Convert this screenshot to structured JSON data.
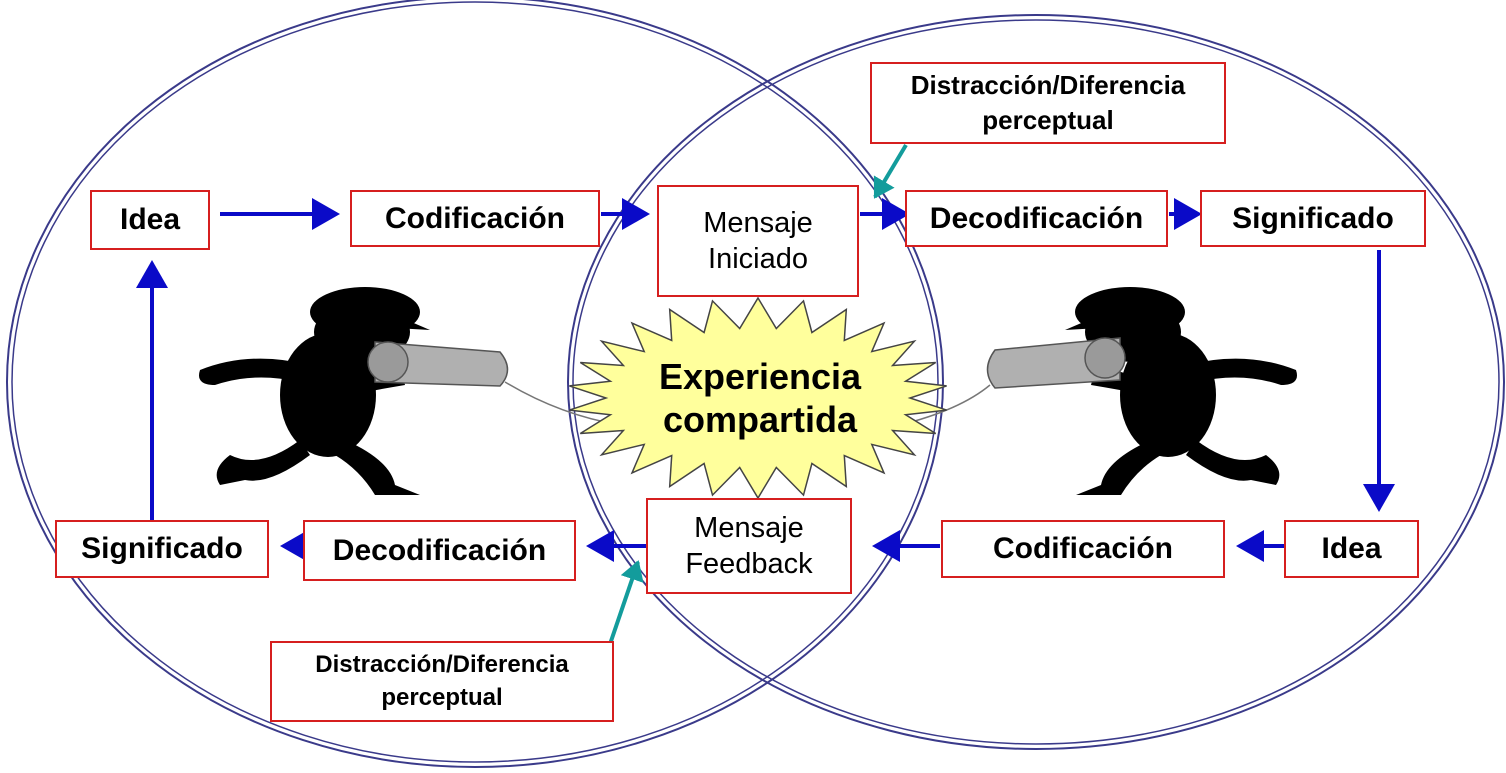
{
  "sender": {
    "idea": "Idea",
    "codificacion": "Codificación",
    "decodificacion": "Decodificación",
    "significado": "Significado"
  },
  "receiver": {
    "decodificacion": "Decodificación",
    "significado": "Significado",
    "idea": "Idea",
    "codificacion": "Codificación"
  },
  "mensaje_iniciado": "Mensaje\nIniciado",
  "mensaje_feedback": "Mensaje\nFeedback",
  "distraccion_top": "Distracción/Diferencia\nperceptual",
  "distraccion_bottom": "Distracción/Diferencia\nperceptual",
  "experiencia": "Experiencia\ncompartida",
  "colors": {
    "box_border": "#d61f1f",
    "arrow": "#0a0ac8",
    "noise_arrow": "#139c9c",
    "circle": "#3a3a8a",
    "burst": "#ffff9c"
  }
}
